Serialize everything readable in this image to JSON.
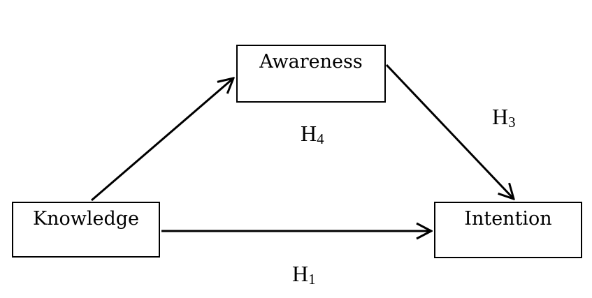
{
  "diagram": {
    "type": "mediation-path-diagram",
    "colors": {
      "background": "#ffffff",
      "box_fill": "#ffffff",
      "line": "#000000",
      "text": "#000000"
    },
    "nodes": [
      {
        "id": "knowledge",
        "label": "Knowledge"
      },
      {
        "id": "awareness",
        "label": "Awareness"
      },
      {
        "id": "intention",
        "label": "Intention"
      }
    ],
    "edges": [
      {
        "from": "Knowledge",
        "to": "Awareness",
        "label_main": "H",
        "label_sub": "4",
        "label_display": "H4"
      },
      {
        "from": "Awareness",
        "to": "Intention",
        "label_main": "H",
        "label_sub": "3",
        "label_display": "H3"
      },
      {
        "from": "Knowledge",
        "to": "Intention",
        "label_main": "H",
        "label_sub": "1",
        "label_display": "H1"
      }
    ]
  }
}
